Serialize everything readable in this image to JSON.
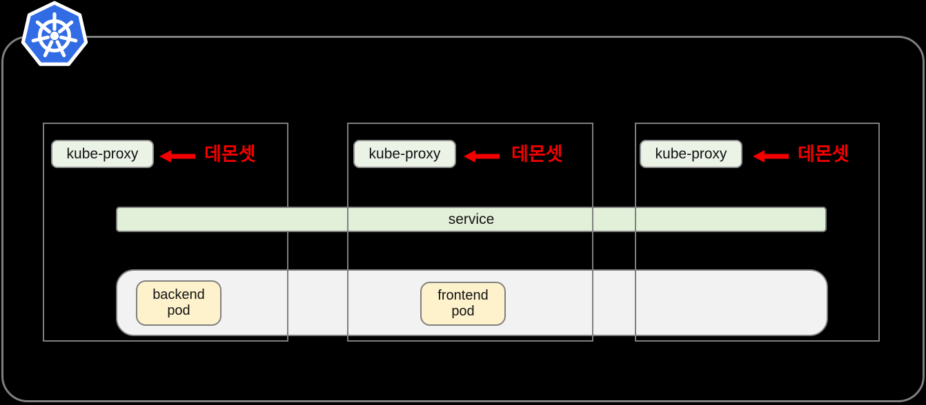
{
  "diagram_title": "Kubernetes kube-proxy DaemonSet diagram",
  "colors": {
    "background": "#000000",
    "frame_border": "#7f7f7f",
    "node_border": "#7f7f7f",
    "kube_proxy_bg": "#ebf2e6",
    "service_bg": "#e2efd9",
    "pods_bar_bg": "#f2f2f2",
    "pod_bg": "#fdf2cc",
    "accent_red": "#f40000",
    "logo_blue": "#326ce5",
    "text": "#111111"
  },
  "logo": {
    "icon": "kubernetes-helm-wheel"
  },
  "nodes": [
    {
      "kube_proxy_label": "kube-proxy",
      "daemonset_label": "데몬셋"
    },
    {
      "kube_proxy_label": "kube-proxy",
      "daemonset_label": "데몬셋"
    },
    {
      "kube_proxy_label": "kube-proxy",
      "daemonset_label": "데몬셋"
    }
  ],
  "service": {
    "label": "service"
  },
  "pods": [
    {
      "lines": [
        "backend",
        "pod"
      ]
    },
    {
      "lines": [
        "frontend",
        "pod"
      ]
    }
  ]
}
